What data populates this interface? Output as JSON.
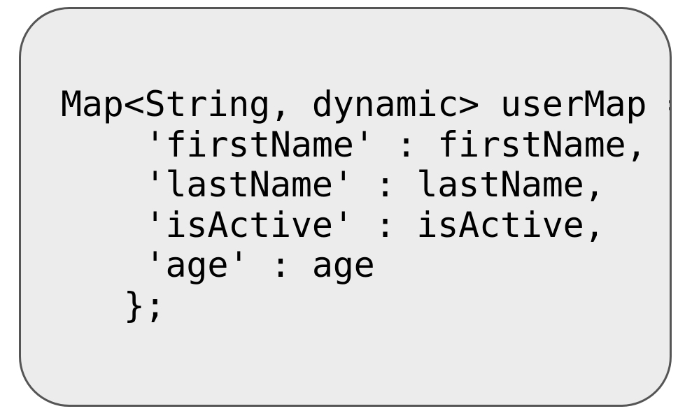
{
  "card": {
    "background_color": "#ececec",
    "border_color": "#555555",
    "text_color": "#000000",
    "page_background_color": "#ffffff"
  },
  "code": {
    "language": "dart",
    "full_text": "Map<String, dynamic> userMap = {\n    'firstName' : firstName,\n    'lastName' : lastName,\n    'isActive' : isActive,\n    'age' : age\n   };",
    "lines": [
      "Map<String, dynamic> userMap = {",
      "    'firstName' : firstName,",
      "    'lastName' : lastName,",
      "    'isActive' : isActive,",
      "    'age' : age",
      "   };"
    ]
  }
}
